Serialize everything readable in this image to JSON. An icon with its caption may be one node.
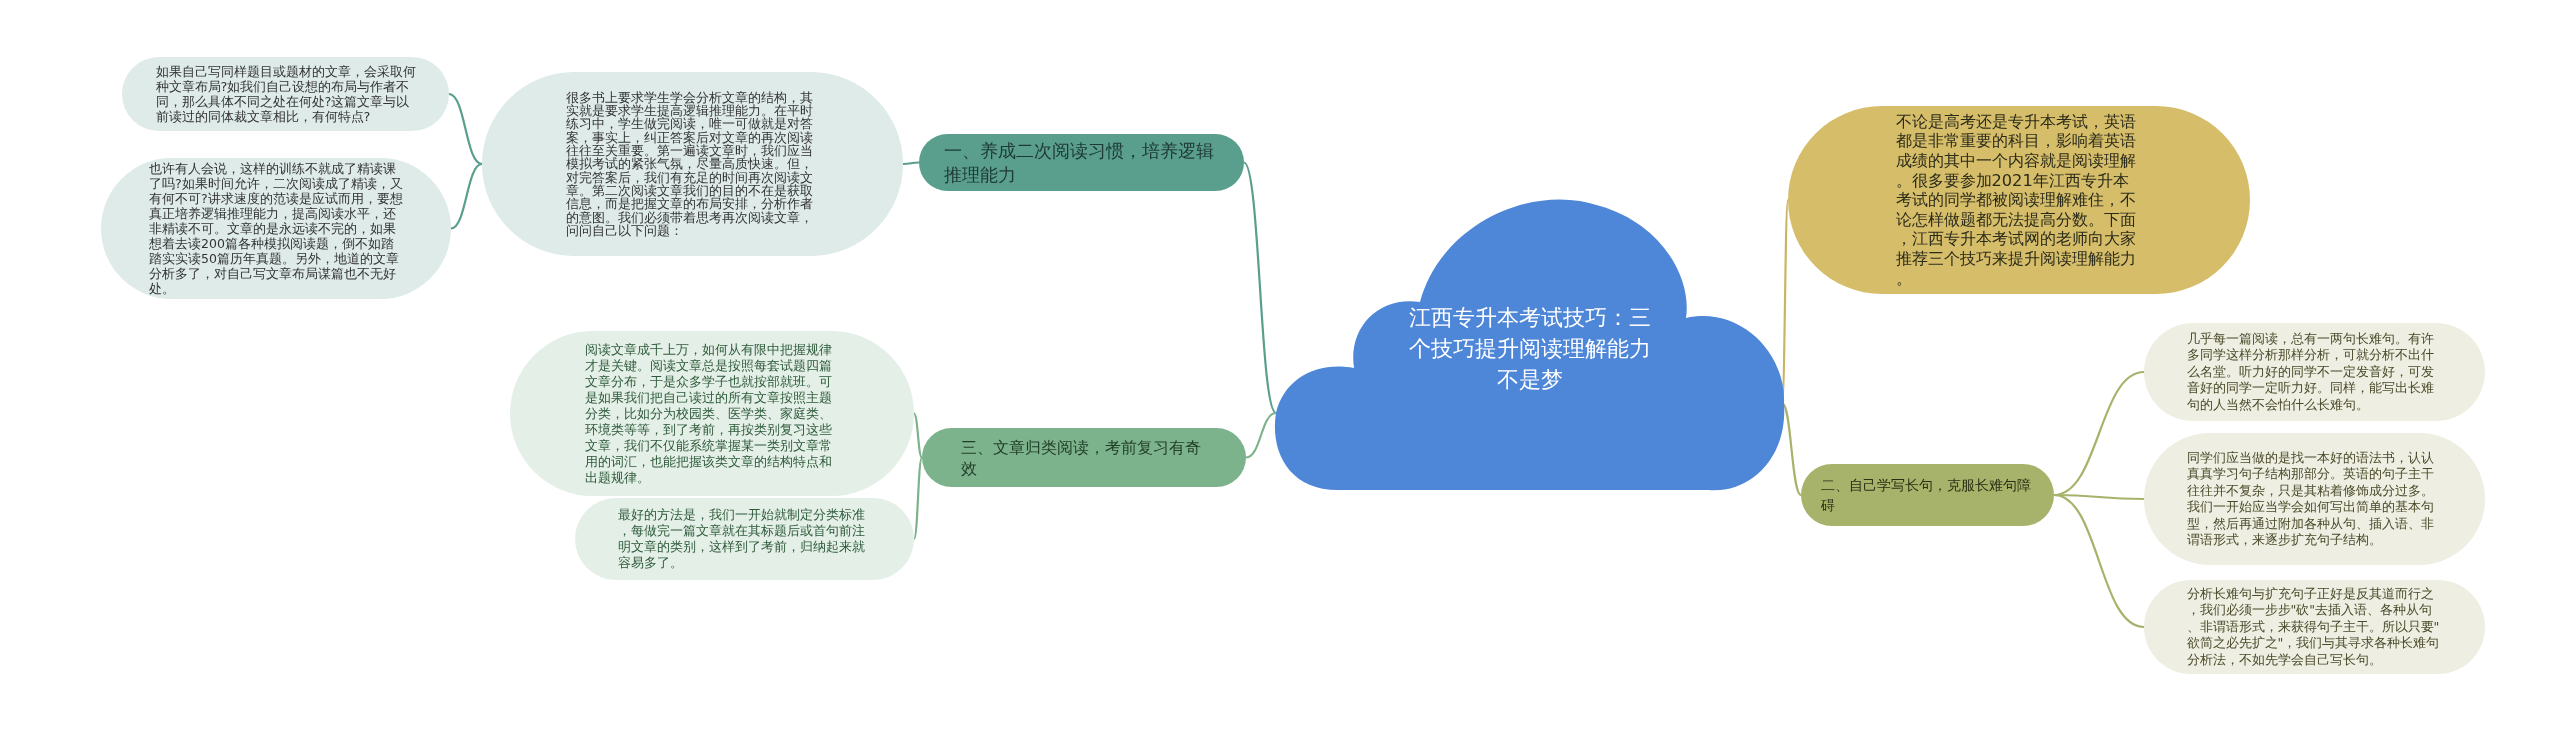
{
  "diagram": {
    "nodes": [
      {
        "text": [
          "江西专升本考试技巧：三个技巧提升阅读理解能力不是梦"
        ]
      },
      {
        "text": [
          "一、养成二次阅读习惯，培养逻辑推理能力"
        ]
      },
      {
        "text": [
          "很多书上要求学生学会分析文章的结构，其实就是要求学生提高逻辑推理能力。在平时练习中，学生做完阅读，唯一可做就是对答案，事实上，纠正答案后对文章的再次阅读往往至关重要。第一遍读文章时，我们应当模拟考试的紧张气氛，尽量高质快速。但，对完答案后，我们有充足的时间再次阅读文章。第二次阅读文章我们的目的不在是获取信息，而是把握文章的布局安排，分析作者的意图。我们必须带着思考再次阅读文章，问问自己以下问题："
        ]
      },
      {
        "text": [
          "如果自己写同样题目或题材的文章，会采取何种文章布局?如我们自己设想的布局与作者不同，那么具体不同之处在何处?这篇文章与以前读过的同体裁文章相比，有何特点?"
        ]
      },
      {
        "text": [
          "也许有人会说，这样的训练不就成了精读课了吗?如果时间允许，二次阅读成了精读，又有何不可?讲求速度的范读是应试而用，要想真正培养逻辑推理能力，提高阅读水平，还非精读不可。文章的是永远读不完的，如果想着去读200篇各种模拟阅读题，倒不如踏踏实实读50篇历年真题。另外，地道的文章分析多了，对自己写文章布局谋篇也不无好处。"
        ]
      },
      {
        "text": [
          "三、文章归类阅读，考前复习有奇效"
        ]
      },
      {
        "text": [
          "阅读文章成千上万，如何从有限中把握规律才是关键。阅读文章总是按照每套试题四篇文章分布，于是众多学子也就按部就班。可是如果我们把自己读过的所有文章按照主题分类，比如分为校园类、医学类、家庭类、环境类等等，到了考前，再按类别复习这些文章，我们不仅能系统掌握某一类别文章常用的词汇，也能把握该类文章的结构特点和出题规律。"
        ]
      },
      {
        "text": [
          "最好的方法是，我们一开始就制定分类标准，每做完一篇文章就在其标题后或首句前注明文章的类别，这样到了考前，归纳起来就容易多了。"
        ]
      },
      {
        "text": [
          "不论是高考还是专升本考试，英语都是非常重要的科目，影响着英语成绩的其中一个内容就是阅读理解。很多要参加2021年江西专升本考试的同学都被阅读理解难住，不论怎样做题都无法提高分数。下面，江西专升本考试网的老师向大家推荐三个技巧来提升阅读理解能力。"
        ]
      },
      {
        "text": [
          "二、自己学写长句，克服长难句障碍"
        ]
      },
      {
        "text": [
          "几乎每一篇阅读，总有一两句长难句。有许多同学这样分析那样分析，可就分析不出什么名堂。听力好的同学不一定发音好，可发音好的同学一定听力好。同样，能写出长难句的人当然不会怕什么长难句。"
        ]
      },
      {
        "text": [
          "同学们应当做的是找一本好的语法书，认认真真学习句子结构那部分。英语的句子主干往往并不复杂，只是其粘着修饰成分过多。我们一开始应当学会如何写出简单的基本句型，然后再通过附加各种从句、插入语、非谓语形式，来逐步扩充句子结构。"
        ]
      },
      {
        "text": [
          "分析长难句与扩充句子正好是反其道而行之，我们必须一步步\"砍\"去插入语、各种从句、非谓语形式，来获得句子主干。所以只要\"欲简之必先扩之\"，我们与其寻求各种长难句分析法，不如先学会自己写长句。"
        ]
      }
    ],
    "edges": [
      {
        "from": 0,
        "to": 1,
        "arrow": "none",
        "color": "#5a9e8e"
      },
      {
        "from": 1,
        "to": 2,
        "arrow": "none",
        "color": "#5a9e8e"
      },
      {
        "from": 2,
        "to": 3,
        "arrow": "none",
        "color": "#5a9e8e"
      },
      {
        "from": 2,
        "to": 4,
        "arrow": "none",
        "color": "#5a9e8e"
      },
      {
        "from": 0,
        "to": 5,
        "arrow": "none",
        "color": "#7db38c"
      },
      {
        "from": 5,
        "to": 6,
        "arrow": "none",
        "color": "#7db38c"
      },
      {
        "from": 5,
        "to": 7,
        "arrow": "none",
        "color": "#7db38c"
      },
      {
        "from": 0,
        "to": 8,
        "arrow": "none",
        "color": "#c9b463"
      },
      {
        "from": 0,
        "to": 9,
        "arrow": "none",
        "color": "#a7b26a"
      },
      {
        "from": 9,
        "to": 10,
        "arrow": "none",
        "color": "#a7b26a"
      },
      {
        "from": 9,
        "to": 11,
        "arrow": "none",
        "color": "#a7b26a"
      },
      {
        "from": 9,
        "to": 12,
        "arrow": "none",
        "color": "#a7b26a"
      }
    ]
  }
}
